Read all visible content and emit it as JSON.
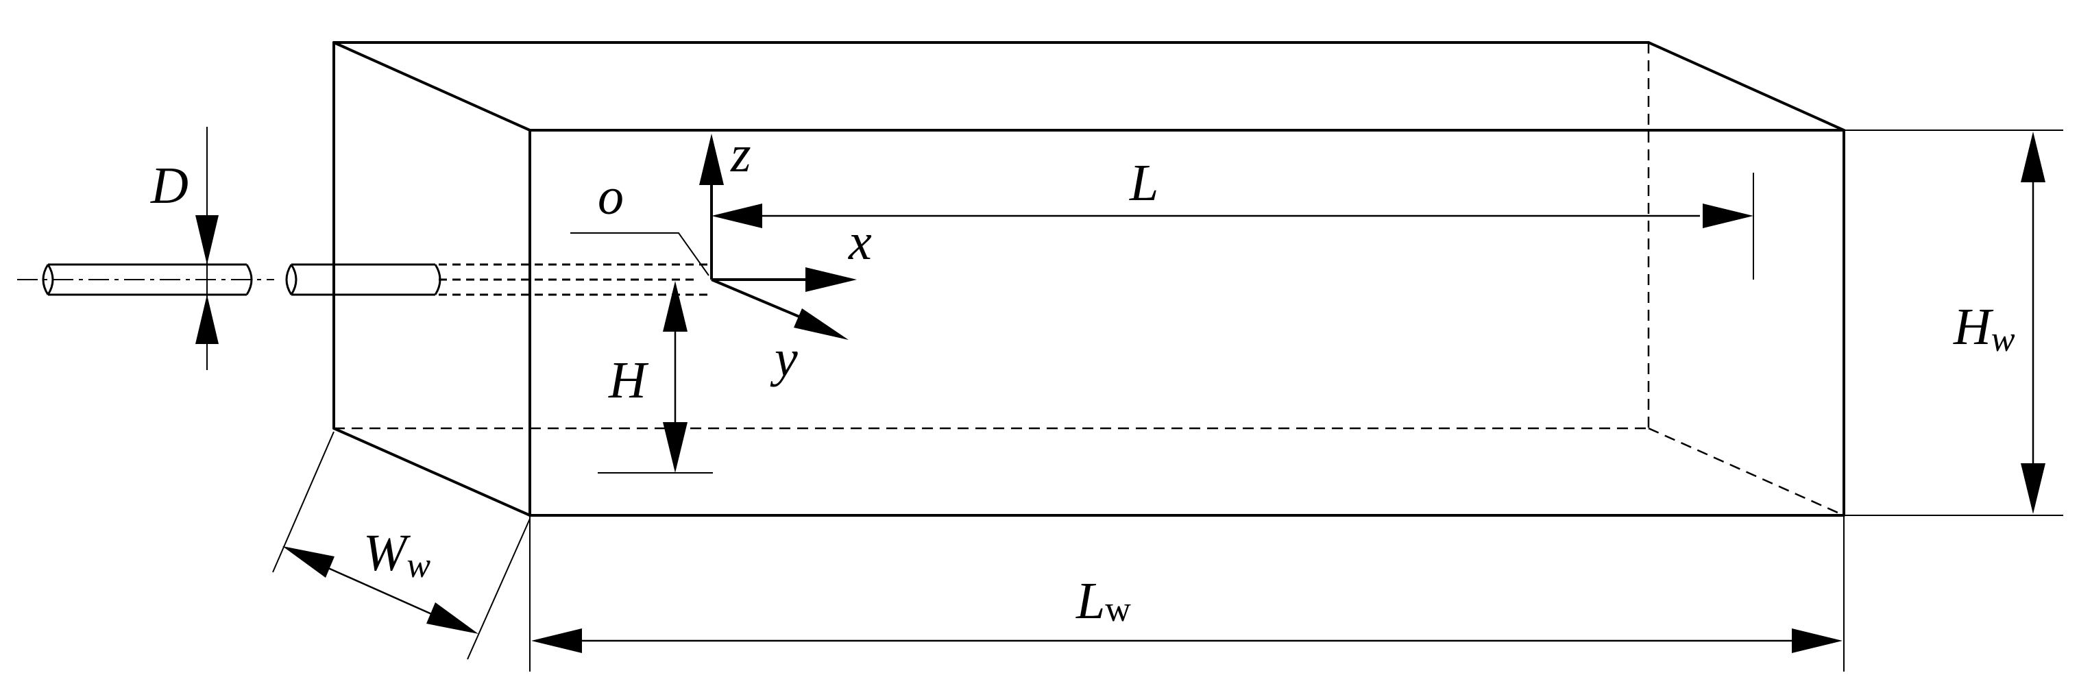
{
  "labels": {
    "D": "D",
    "o": "o",
    "z": "z",
    "x": "x",
    "y": "y",
    "L": "L",
    "H": "H",
    "Hw_main": "H",
    "Hw_sub": "w",
    "Ww_main": "W",
    "Ww_sub": "w",
    "Lw_main": "L",
    "Lw_sub": "w"
  }
}
